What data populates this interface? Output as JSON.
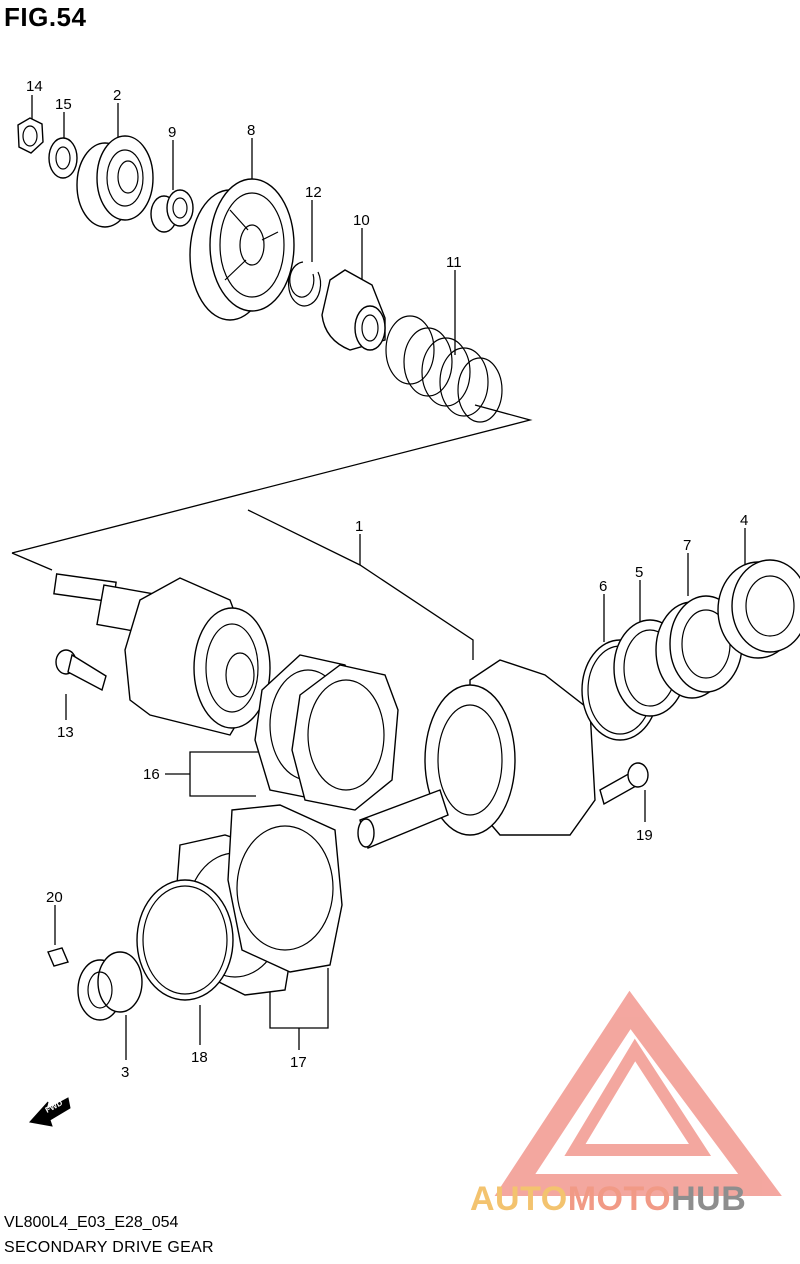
{
  "figure": {
    "title": "FIG.54",
    "code": "VL800L4_E03_E28_054",
    "name": "SECONDARY DRIVE GEAR"
  },
  "callouts": {
    "c1": "1",
    "c2": "2",
    "c3": "3",
    "c4": "4",
    "c5": "5",
    "c6": "6",
    "c7": "7",
    "c8": "8",
    "c9": "9",
    "c10": "10",
    "c11": "11",
    "c12": "12",
    "c13": "13",
    "c14": "14",
    "c15": "15",
    "c16": "16",
    "c17": "17",
    "c18": "18",
    "c19": "19",
    "c20": "20"
  },
  "direction_arrow": "FWD",
  "watermark": {
    "part1": "AUTO",
    "part2": "MOTO",
    "part3": "HUB",
    "colors": {
      "auto": "#f3c36f",
      "moto": "#f19a86",
      "hub": "#8e8e8e",
      "logo": "#f08a80"
    }
  }
}
